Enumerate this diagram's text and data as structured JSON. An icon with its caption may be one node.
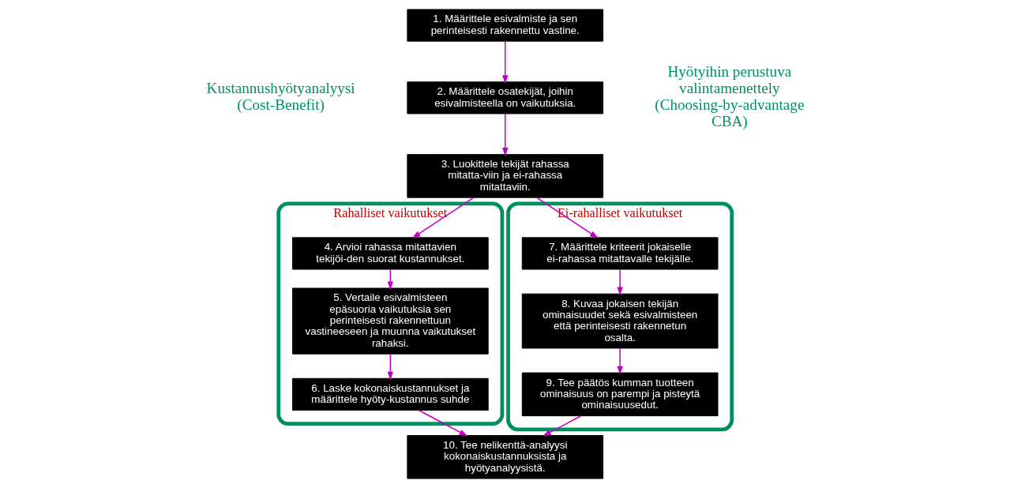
{
  "diagram": {
    "nodes": [
      {
        "text": [
          "1. Määrittele esivalmiste ja sen perinteisesti rakennettu vastine."
        ]
      },
      {
        "text": [
          "2. Määrittele osatekijät, joihin esivalmisteella on vaikutuksia."
        ]
      },
      {
        "text": [
          "3. Luokittele tekijät rahassa mitatta-viin ja ei-rahassa mitattaviin."
        ]
      },
      {
        "text": [
          "Rahalliset vaikutukset"
        ]
      },
      {
        "text": [
          "4. Arvioi rahassa mitattavien tekijöi-den suorat kustannukset."
        ],
        "in": 3
      },
      {
        "text": [
          "5. Vertaile esivalmisteen epäsuoria vaikutuksia sen perinteisesti rakennettuun vastineeseen ja muunna vaikutukset rahaksi."
        ],
        "in": 3
      },
      {
        "text": [
          "6. Laske kokonaiskustannukset ja määrittele hyöty-kustannus suhde"
        ],
        "in": 3
      },
      {
        "text": [
          "Ei-rahalliset vaikutukset"
        ]
      },
      {
        "text": [
          "7. Määrittele kriteerit jokaiselle ei-rahassa mitattavalle tekijälle."
        ],
        "in": 7
      },
      {
        "text": [
          "8. Kuvaa jokaisen tekijän ominaisuudet sekä esivalmisteen että perinteisesti rakennetun osalta."
        ],
        "in": 7
      },
      {
        "text": [
          "9. Tee päätös kumman tuotteen ominaisuus on parempi ja pisteytä ominaisuusedut."
        ],
        "in": 7
      },
      {
        "text": [
          "10. Tee nelikenttä-analyysi kokonaiskustannuksista ja hyötyanalyysistä."
        ]
      }
    ],
    "edges": [
      {
        "from": 0,
        "to": 1,
        "arrow": "to"
      },
      {
        "from": 1,
        "to": 2,
        "arrow": "to"
      },
      {
        "from": 2,
        "to": 4,
        "arrow": "to"
      },
      {
        "from": 2,
        "to": 8,
        "arrow": "to"
      },
      {
        "from": 4,
        "to": 5,
        "arrow": "to"
      },
      {
        "from": 5,
        "to": 6,
        "arrow": "to"
      },
      {
        "from": 8,
        "to": 9,
        "arrow": "to"
      },
      {
        "from": 9,
        "to": 10,
        "arrow": "to"
      },
      {
        "from": 6,
        "to": 11,
        "arrow": "to"
      },
      {
        "from": 10,
        "to": 11,
        "arrow": "to"
      }
    ],
    "labels": [
      "Hyötyihin perustuva valintamenettely (Choosing-by-advantage CBA)",
      "Kustannushyötyanalyysi (Cost-Benefit)"
    ]
  }
}
